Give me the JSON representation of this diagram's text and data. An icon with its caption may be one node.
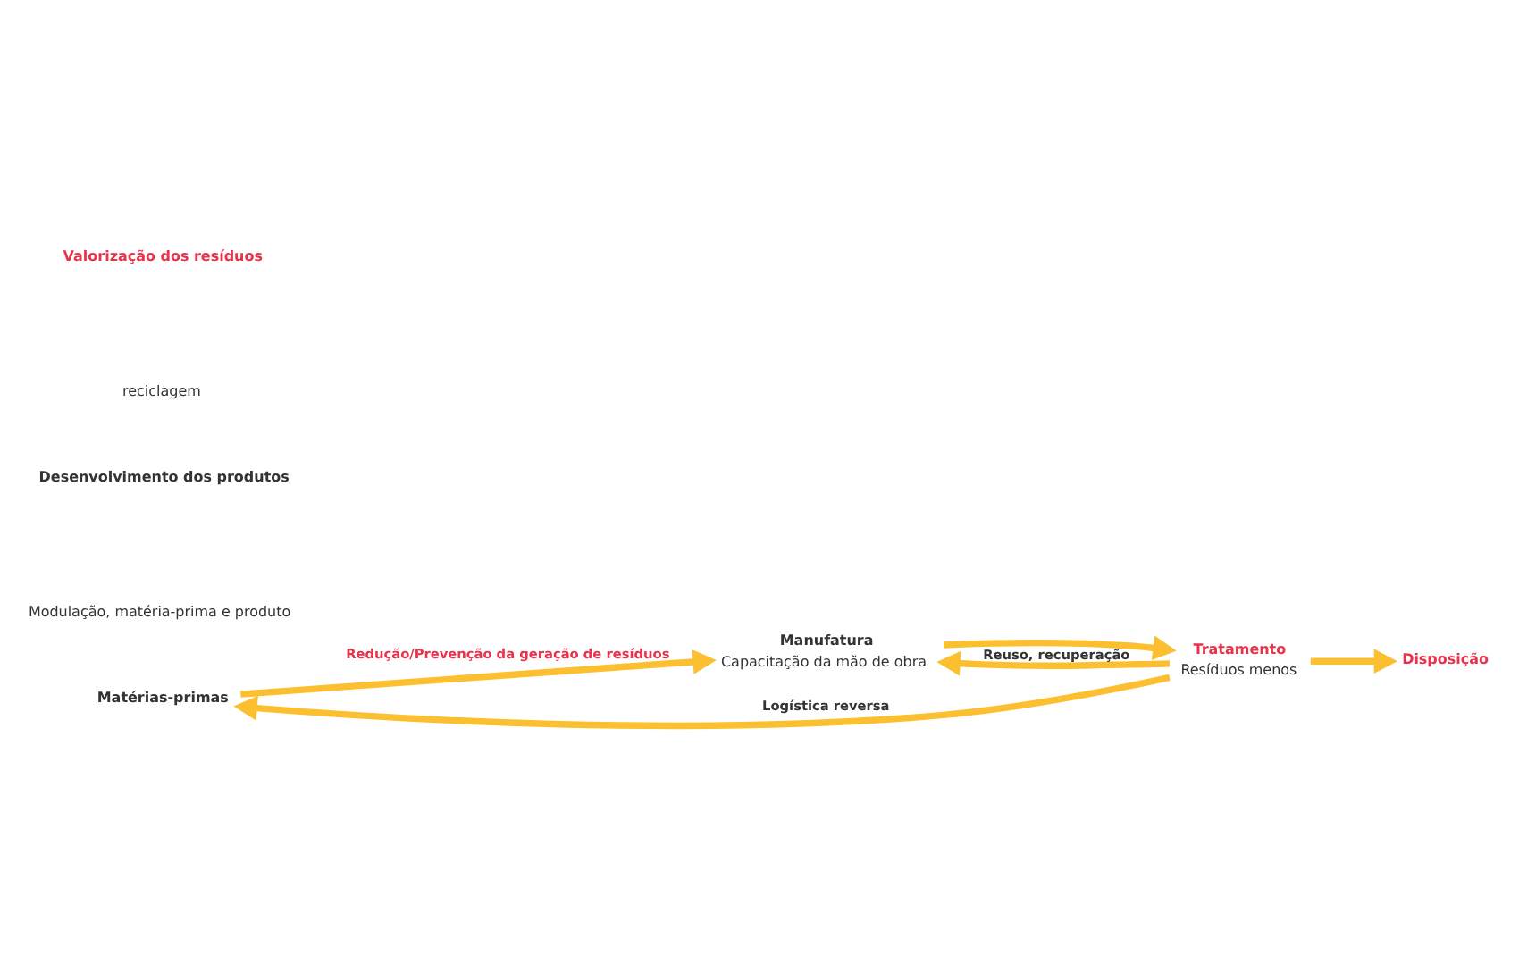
{
  "diagram": {
    "nodes": [
      {
        "text": [
          "Matérias-primas"
        ]
      },
      {
        "text": [
          "Manufatura",
          "Capacitação da mão de obra"
        ]
      },
      {
        "text": [
          "Tratamento",
          "Resíduos menos"
        ]
      },
      {
        "text": [
          "Disposição"
        ]
      }
    ],
    "edges": [
      {
        "from": 0,
        "to": 1,
        "arrow": "to",
        "label": "Redução/Prevenção da geração de resíduos"
      },
      {
        "from": 1,
        "to": 2,
        "arrow": "to"
      },
      {
        "from": 2,
        "to": 1,
        "arrow": "to",
        "label": "Reuso, recuperação"
      },
      {
        "from": 2,
        "to": 0,
        "arrow": "to",
        "label": "Logística reversa"
      },
      {
        "from": 2,
        "to": 3,
        "arrow": "to"
      }
    ],
    "labels": [
      "Desenvolvimento dos produtos",
      "Modulação, matéria-prima e produto",
      "Valorização dos resíduos",
      "reciclagem"
    ]
  }
}
